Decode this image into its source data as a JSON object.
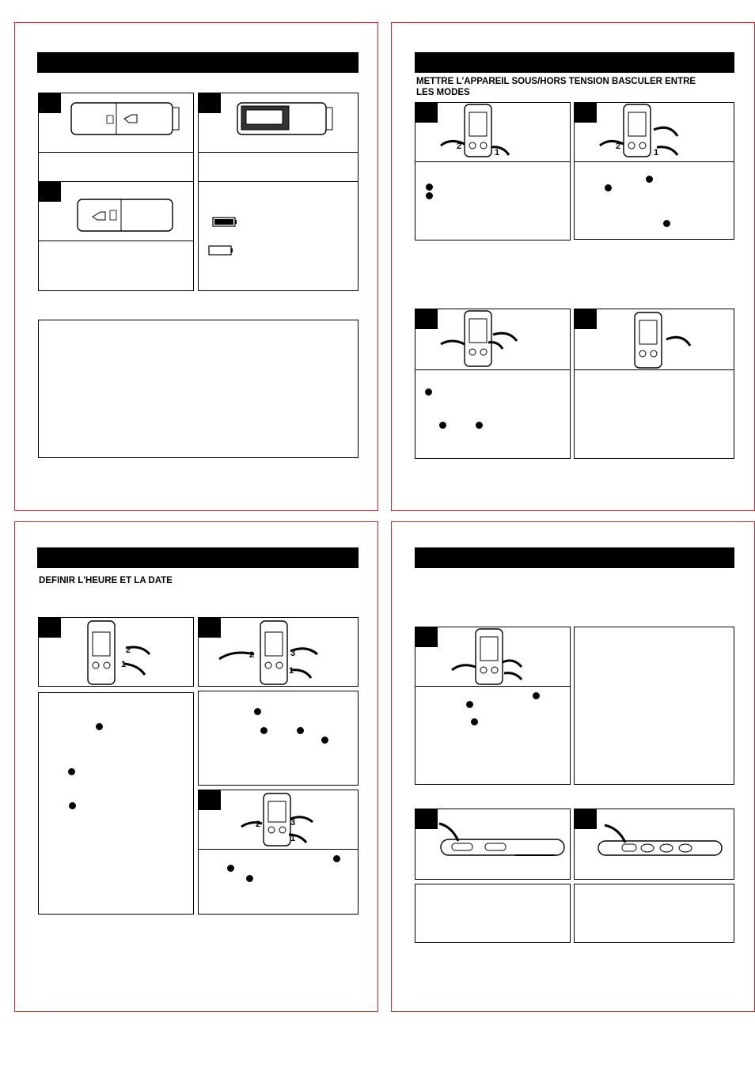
{
  "headings": {
    "power_modes_line1": "METTRE L'APPAREIL SOUS/HORS TENSION BASCULER ENTRE",
    "power_modes_line2": "LES MODES",
    "time_date": "DEFINIR L'HEURE ET LA DATE"
  },
  "step_arrow_labels": [
    "1",
    "2",
    "3"
  ],
  "colors": {
    "page_border": "#d9232d",
    "title_bar": "#000000"
  },
  "icons": [
    "battery-full-icon",
    "battery-empty-icon",
    "device-icon",
    "curved-arrow-icon",
    "hand-pointer-icon"
  ]
}
